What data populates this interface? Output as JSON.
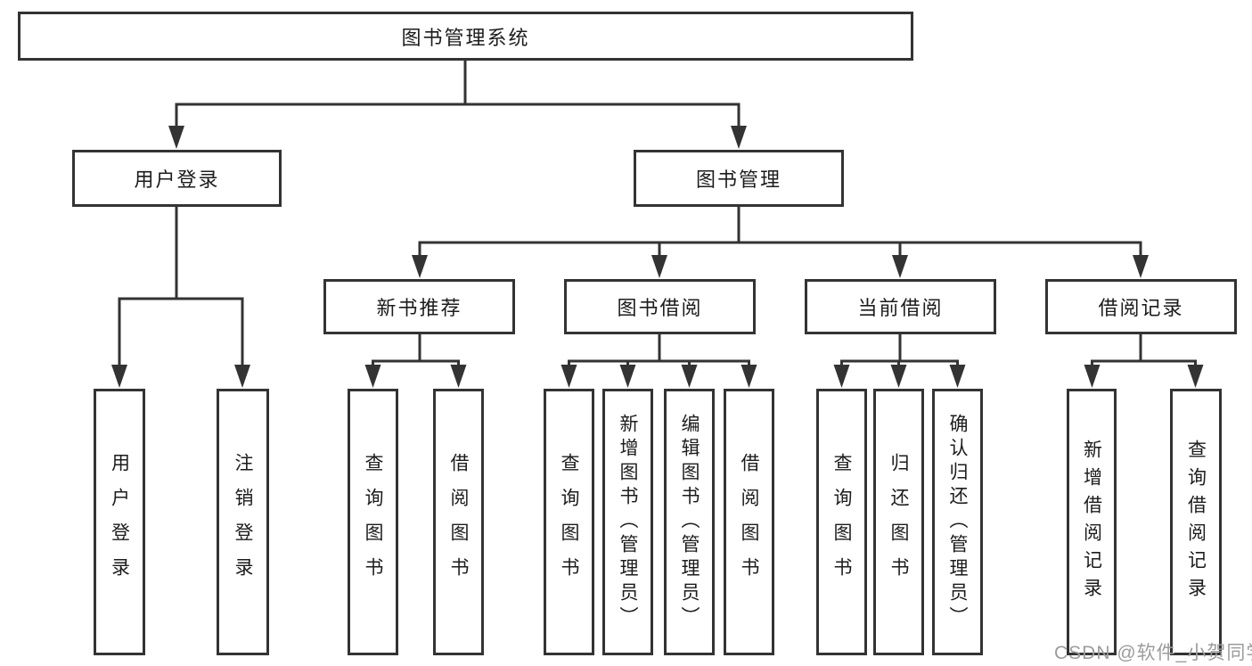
{
  "diagram": {
    "title": "图书管理系统",
    "user_login": {
      "label": "用户登录",
      "children": [
        "用户登录",
        "注销登录"
      ]
    },
    "book_mgmt": {
      "label": "图书管理",
      "sections": [
        {
          "label": "新书推荐",
          "children": [
            "查询图书",
            "借阅图书"
          ]
        },
        {
          "label": "图书借阅",
          "children": [
            "查询图书",
            "新增图书（管理员）",
            "编辑图书（管理员）",
            "借阅图书"
          ]
        },
        {
          "label": "当前借阅",
          "children": [
            "查询图书",
            "归还图书",
            "确认归还（管理员）"
          ]
        },
        {
          "label": "借阅记录",
          "children": [
            "新增借阅记录",
            "查询借阅记录"
          ]
        }
      ]
    }
  },
  "watermark": "CSDN @软件_小贺同学",
  "colors": {
    "line": "#333333",
    "box_border": "#333333",
    "text": "#1c1c1c",
    "background": "#ffffff",
    "watermark": "#9c9c9c"
  }
}
